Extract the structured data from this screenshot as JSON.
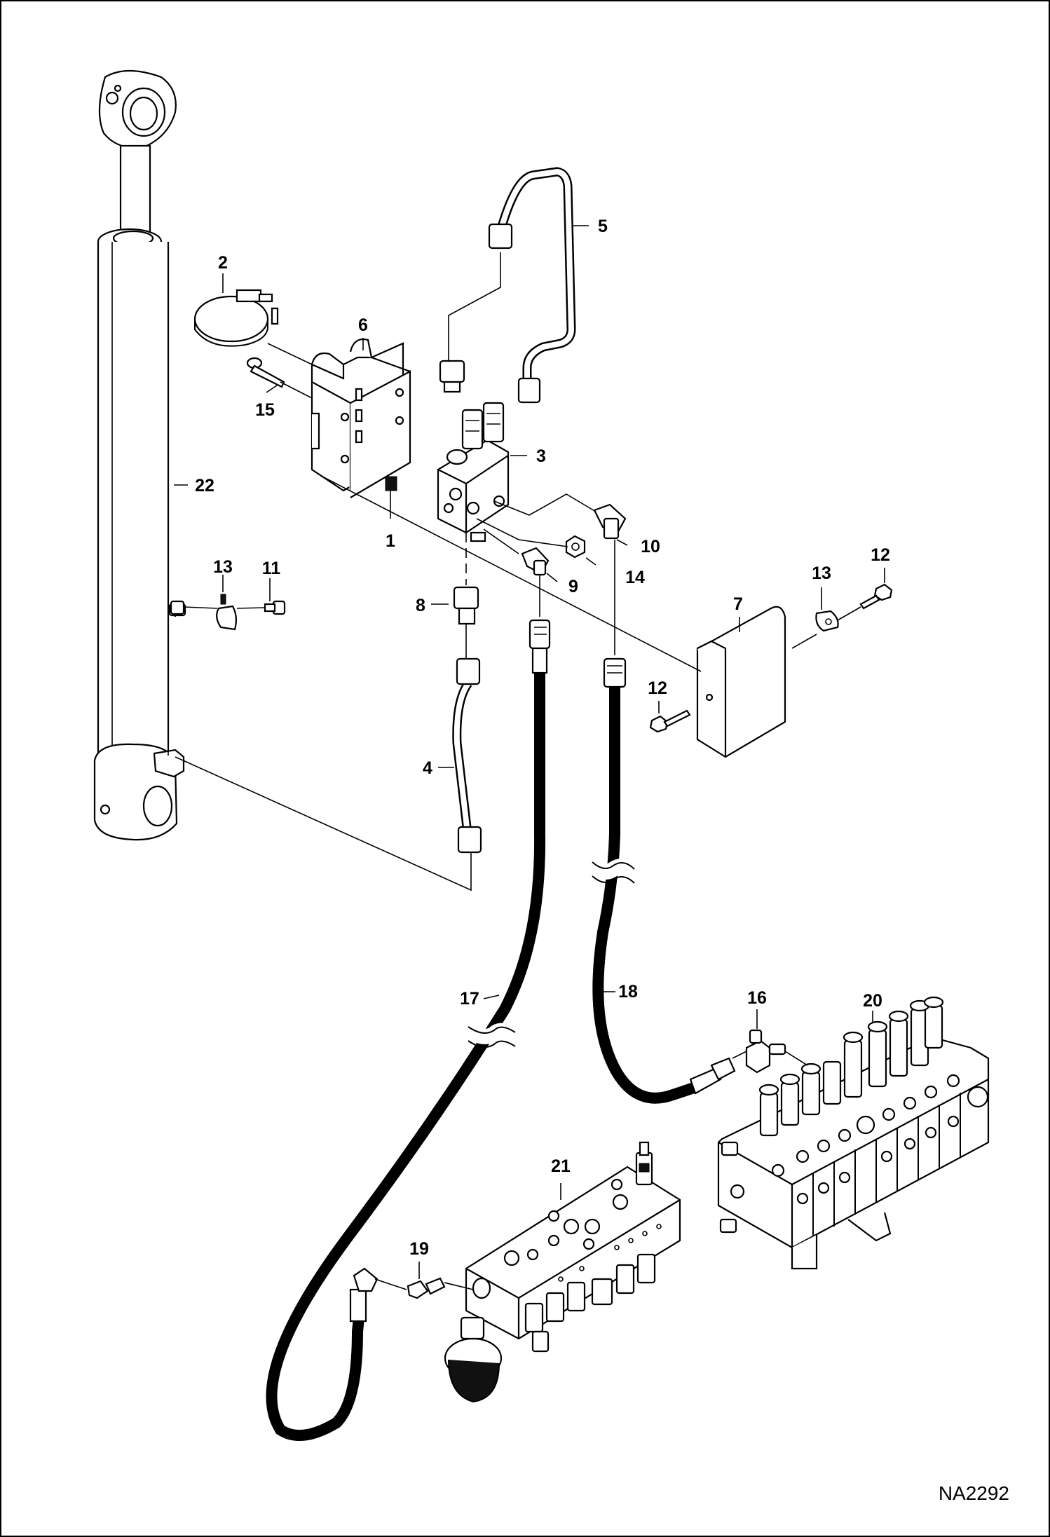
{
  "diagram": {
    "drawing_code": "NA2292",
    "callouts": [
      {
        "id": "c1",
        "text": "1"
      },
      {
        "id": "c2",
        "text": "2"
      },
      {
        "id": "c3",
        "text": "3"
      },
      {
        "id": "c4",
        "text": "4"
      },
      {
        "id": "c5",
        "text": "5"
      },
      {
        "id": "c6",
        "text": "6"
      },
      {
        "id": "c7",
        "text": "7"
      },
      {
        "id": "c8",
        "text": "8"
      },
      {
        "id": "c9",
        "text": "9"
      },
      {
        "id": "c10",
        "text": "10"
      },
      {
        "id": "c11",
        "text": "11"
      },
      {
        "id": "c12a",
        "text": "12"
      },
      {
        "id": "c12b",
        "text": "12"
      },
      {
        "id": "c13a",
        "text": "13"
      },
      {
        "id": "c13b",
        "text": "13"
      },
      {
        "id": "c14",
        "text": "14"
      },
      {
        "id": "c15",
        "text": "15"
      },
      {
        "id": "c16",
        "text": "16"
      },
      {
        "id": "c17",
        "text": "17"
      },
      {
        "id": "c18",
        "text": "18"
      },
      {
        "id": "c19",
        "text": "19"
      },
      {
        "id": "c20",
        "text": "20"
      },
      {
        "id": "c21",
        "text": "21"
      },
      {
        "id": "c22",
        "text": "22"
      }
    ]
  }
}
